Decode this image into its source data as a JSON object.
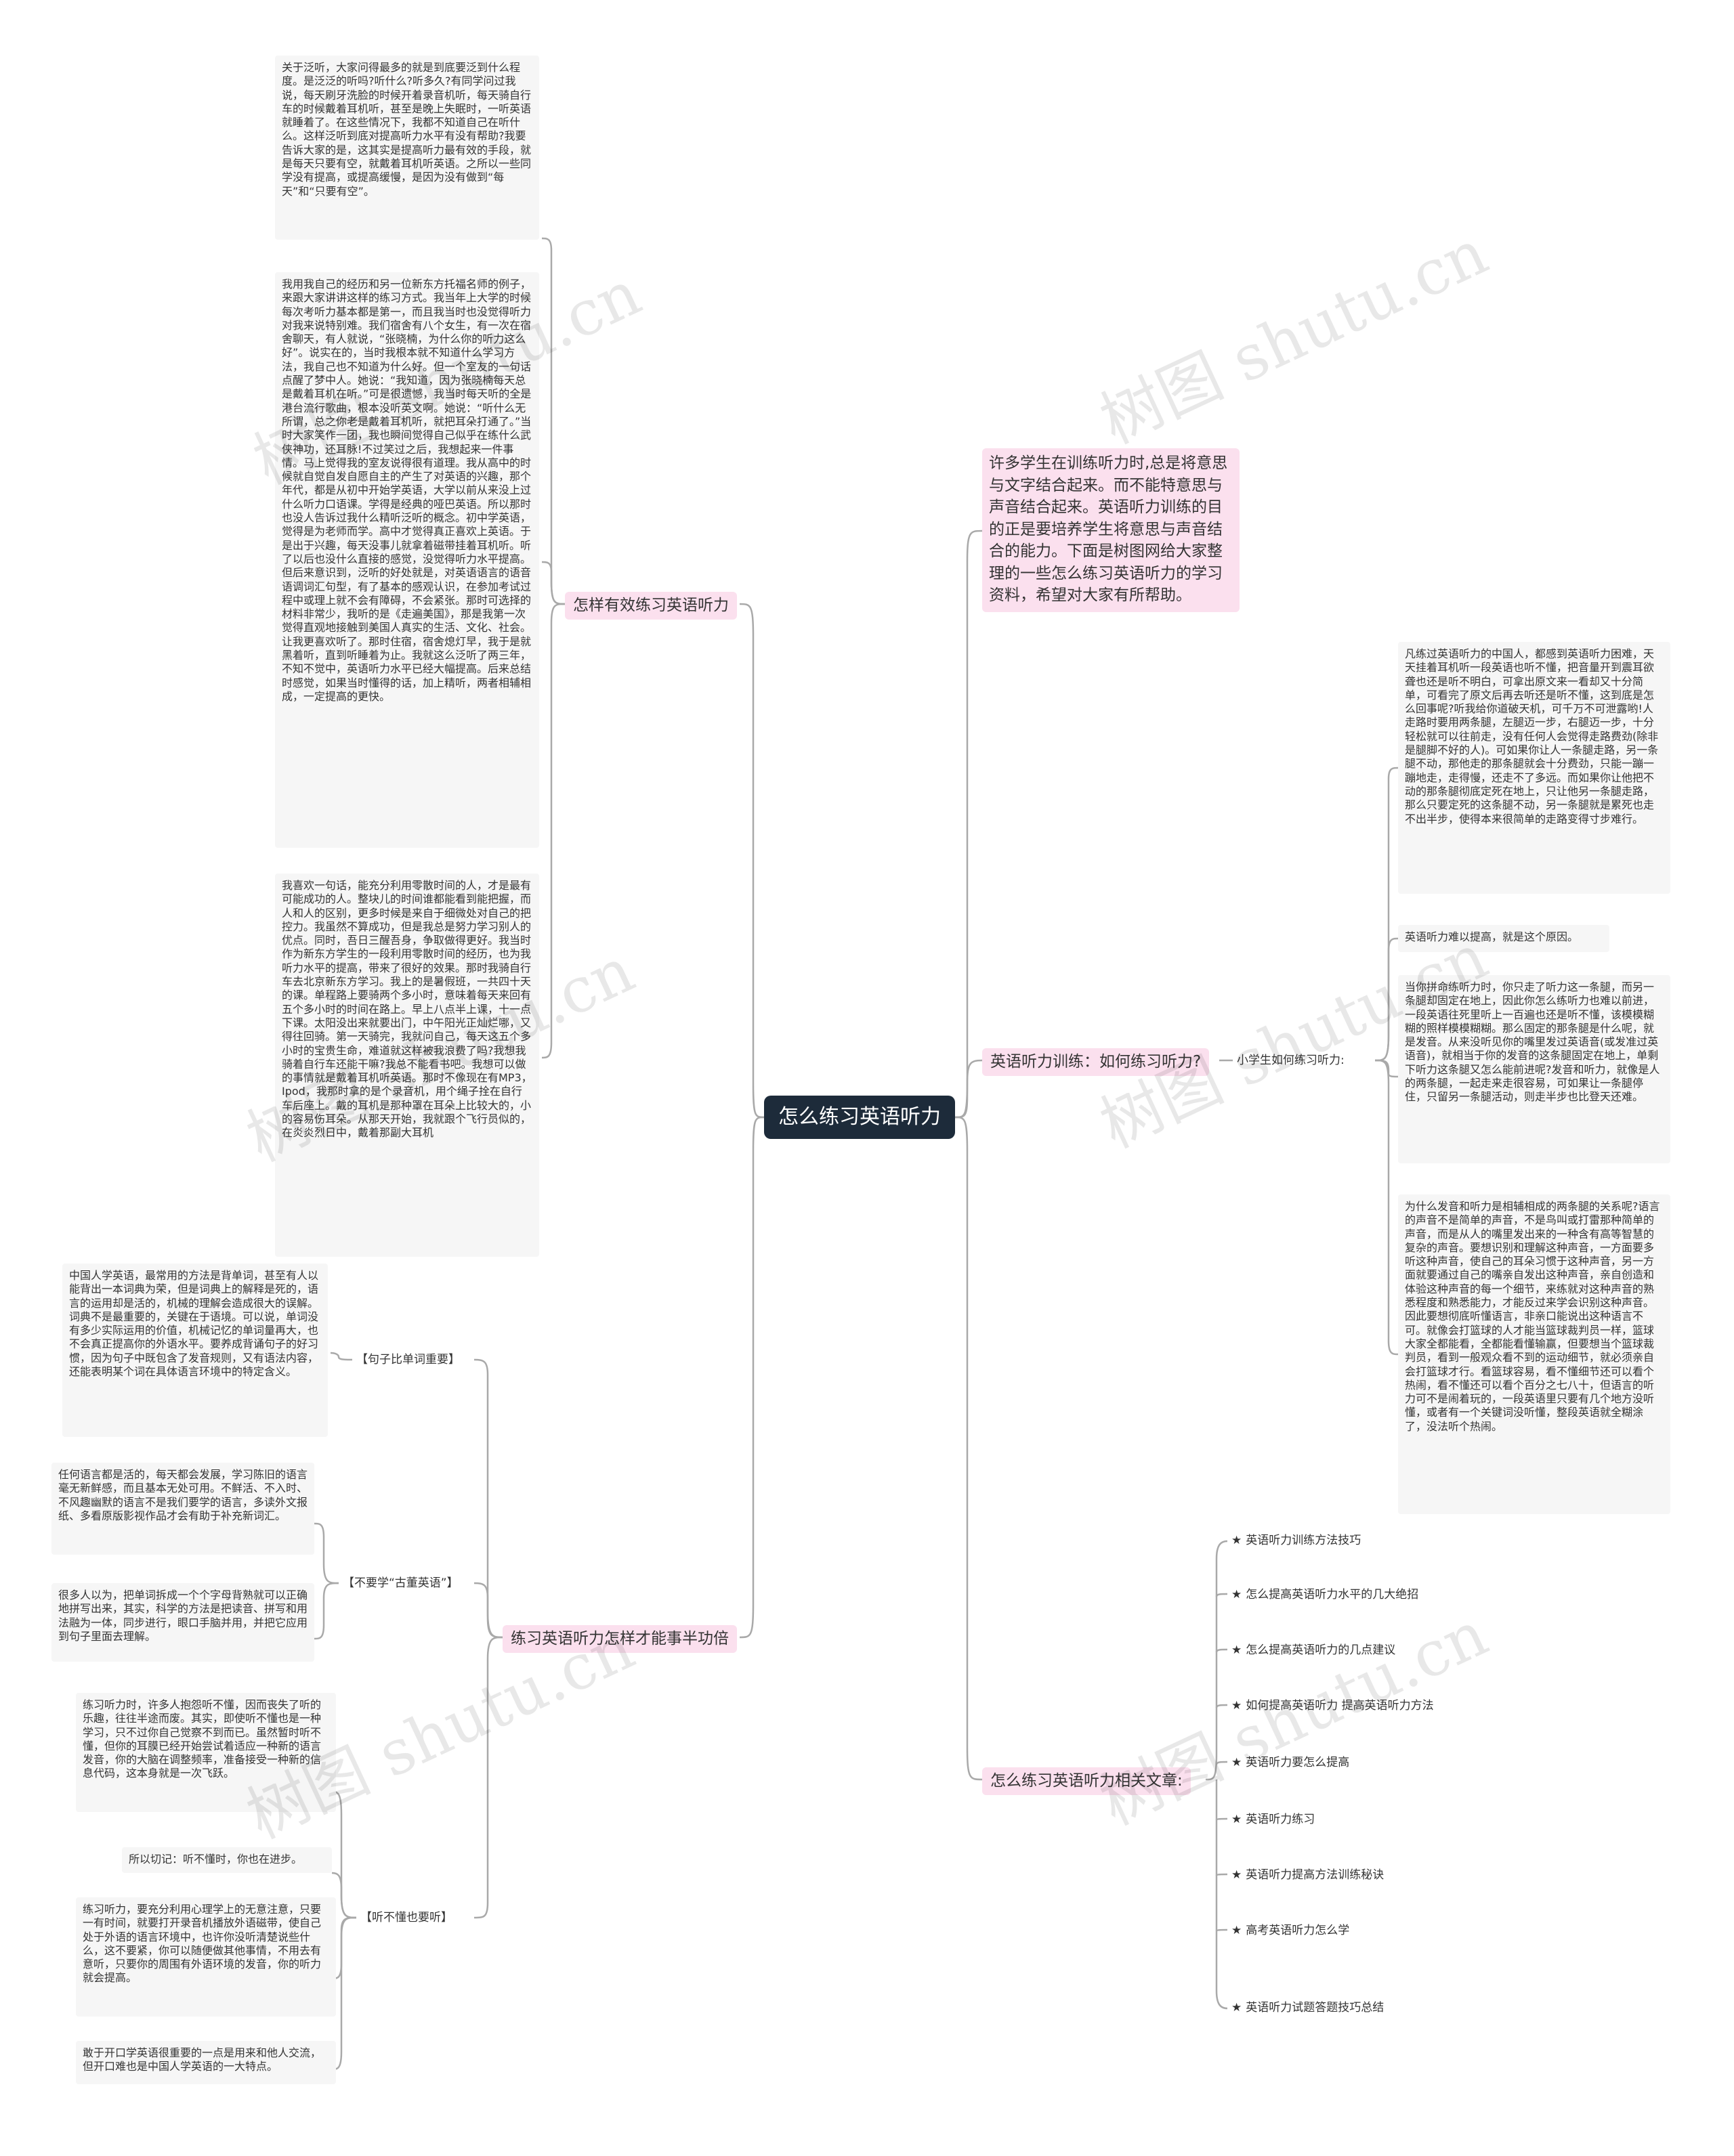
{
  "root": {
    "title": "怎么练习英语听力"
  },
  "left": {
    "branch1": {
      "label": "怎样有效练习英语听力",
      "leaves": [
        "关于泛听，大家问得最多的就是到底要泛到什么程度。是泛泛的听吗?听什么?听多久?有同学问过我说，每天刷牙洗脸的时候开着录音机听，每天骑自行车的时候戴着耳机听，甚至是晚上失眠时，一听英语就睡着了。在这些情况下，我都不知道自己在听什么。这样泛听到底对提高听力水平有没有帮助?我要告诉大家的是，这其实是提高听力最有效的手段，就是每天只要有空，就戴着耳机听英语。之所以一些同学没有提高，或提高缓慢，是因为没有做到“每天”和“只要有空”。",
        "我用我自己的经历和另一位新东方托福名师的例子，来跟大家讲讲这样的练习方式。我当年上大学的时候每次考听力基本都是第一，而且我当时也没觉得听力对我来说特别难。我们宿舍有八个女生，有一次在宿舍聊天，有人就说，“张晓楠，为什么你的听力这么好”。说实在的，当时我根本就不知道什么学习方法，我自己也不知道为什么好。但一个室友的一句话点醒了梦中人。她说：“我知道，因为张晓楠每天总是戴着耳机在听。”可是很遗憾，我当时每天听的全是港台流行歌曲，根本没听英文啊。她说：“听什么无所谓，总之你老是戴着耳机听，就把耳朵打通了。”当时大家笑作一团，我也瞬间觉得自己似乎在练什么武侠神功，还耳脉!不过笑过之后，我想起来一件事情。马上觉得我的室友说得很有道理。我从高中的时候就自觉自发自愿自主的产生了对英语的兴趣，那个年代，都是从初中开始学英语，大学以前从来没上过什么听力口语课。学得是经典的哑巴英语。所以那时也没人告诉过我什么精听泛听的概念。初中学英语，觉得是为老师而学。高中才觉得真正喜欢上英语。于是出于兴趣，每天没事儿就拿着磁带挂着耳机听。听了以后也没什么直接的感觉，没觉得听力水平提高。但后来意识到，泛听的好处就是，对英语语言的语音语调词汇句型，有了基本的感观认识，在参加考试过程中或理上就不会有障碍，不会紧张。那时可选择的材料非常少，我听的是《走遍美国》，那是我第一次觉得直观地接触到美国人真实的生活、文化、社会。让我更喜欢听了。那时住宿，宿舍熄灯早，我于是就黑着听，直到听睡着为止。我就这么泛听了两三年，不知不觉中，英语听力水平已经大幅提高。后来总结时感觉，如果当时懂得的话，加上精听，两者相辅相成，一定提高的更快。",
        "我喜欢一句话，能充分利用零散时间的人，才是最有可能成功的人。整块儿的时间谁都能看到能把握，而人和人的区别，更多时候是来自于细微处对自己的把控力。我虽然不算成功，但是我总是努力学习别人的优点。同时，吾日三醒吾身，争取做得更好。我当时作为新东方学生的一段利用零散时间的经历，也为我听力水平的提高，带来了很好的效果。那时我骑自行车去北京新东方学习。我上的是暑假班，一共四十天的课。单程路上要骑两个多小时，意味着每天来回有五个多小时的时间在路上。早上八点半上课，十一点下课。太阳没出来就要出门，中午阳光正灿烂哪，又得往回骑。第一天骑完，我就问自己，每天这五个多小时的宝贵生命，难道就这样被我浪费了吗?我想我骑着自行车还能干嘛?我总不能看书吧。我想可以做的事情就是戴着耳机听英语。那时不像现在有MP3，Ipod，我那时拿的是个录音机，用个绳子拴在自行车后座上。戴的耳机是那种罩在耳朵上比较大的，小的容易伤耳朵。从那天开始，我就跟个飞行员似的，在炎炎烈日中，戴着那副大耳机"
      ]
    },
    "branch2": {
      "label": "练习英语听力怎样才能事半功倍",
      "subs": [
        {
          "label": "【句子比单词重要】",
          "leaves": [
            "中国人学英语，最常用的方法是背单词，甚至有人以能背出一本词典为荣，但是词典上的解释是死的，语言的运用却是活的，机械的理解会造成很大的误解。词典不是最重要的，关键在于语境。可以说，单词没有多少实际运用的价值，机械记忆的单词量再大，也不会真正提高你的外语水平。要养成背诵句子的好习惯，因为句子中既包含了发音规则，又有语法内容，还能表明某个词在具体语言环境中的特定含义。"
          ]
        },
        {
          "label": "【不要学“古董英语”】",
          "leaves": [
            "任何语言都是活的，每天都会发展，学习陈旧的语言毫无新鲜感，而且基本无处可用。不鲜活、不入时、不风趣幽默的语言不是我们要学的语言，多读外文报纸、多看原版影视作品才会有助于补充新词汇。",
            "很多人以为，把单词拆成一个个字母背熟就可以正确地拼写出来，其实，科学的方法是把读音、拼写和用法融为一体，同步进行，眼口手脑并用，并把它应用到句子里面去理解。"
          ]
        },
        {
          "label": "【听不懂也要听】",
          "leaves": [
            "练习听力时，许多人抱怨听不懂，因而丧失了听的乐趣，往往半途而废。其实，即使听不懂也是一种学习，只不过你自己觉察不到而已。虽然暂时听不懂，但你的耳膜已经开始尝试着适应一种新的语言发音，你的大脑在调整频率，准备接受一种新的信息代码，这本身就是一次飞跃。",
            "所以切记：听不懂时，你也在进步。",
            "练习听力，要充分利用心理学上的无意注意，只要一有时间，就要打开录音机播放外语磁带，使自己处于外语的语言环境中，也许你没听清楚说些什么，这不要紧，你可以随便做其他事情，不用去有意听，只要你的周围有外语环境的发音，你的听力就会提高。",
            "敢于开口学英语很重要的一点是用来和他人交流，但开口难也是中国人学英语的一大特点。"
          ]
        }
      ]
    }
  },
  "right": {
    "intro": {
      "label": "许多学生在训练听力时,总是将意思与文字结合起来。而不能特意思与声音结合起来。英语听力训练的目的正是要培养学生将意思与声音结合的能力。下面是树图网给大家整理的一些怎么练习英语听力的学习资料，希望对大家有所帮助。"
    },
    "branch3": {
      "label": "英语听力训练：如何练习听力?",
      "sub": "小学生如何练习听力:",
      "leaves": [
        "凡练过英语听力的中国人，都感到英语听力困难，天天挂着耳机听一段英语也听不懂，把音量开到震耳欲聋也还是听不明白，可拿出原文来一看却又十分简单，可看完了原文后再去听还是听不懂，这到底是怎么回事呢?听我给你道破天机，可千万不可泄露哟!人走路时要用两条腿，左腿迈一步，右腿迈一步，十分轻松就可以往前走，没有任何人会觉得走路费劲(除非是腿脚不好的人)。可如果你让人一条腿走路，另一条腿不动，那他走的那条腿就会十分费劲，只能一蹦一蹦地走，走得慢，还走不了多远。而如果你让他把不动的那条腿彻底定死在地上，只让他另一条腿走路，那么只要定死的这条腿不动，另一条腿就是累死也走不出半步，使得本来很简单的走路变得寸步难行。",
        "英语听力难以提高，就是这个原因。",
        "当你拼命练听力时，你只走了听力这一条腿，而另一条腿却固定在地上，因此你怎么练听力也难以前进，一段英语往死里听上一百遍也还是听不懂，该模模糊糊的照样模模糊糊。那么固定的那条腿是什么呢，就是发音。从来没听见你的嘴里发过英语音(或发准过英语音)，就相当于你的发音的这条腿固定在地上，单剩下听力这条腿又怎么能前进呢?发音和听力，就像是人的两条腿，一起走来走很容易，可如果让一条腿停住，只留另一条腿活动，则走半步也比登天还难。",
        "为什么发音和听力是相辅相成的两条腿的关系呢?语言的声音不是简单的声音，不是鸟叫或打雷那种简单的声音，而是从人的嘴里发出来的一种含有高等智慧的复杂的声音。要想识别和理解这种声音，一方面要多听这种声音，使自己的耳朵习惯于这种声音，另一方面就要通过自己的嘴亲自发出这种声音，亲自创造和体验这种声音的每一个细节，来练就对这种声音的熟悉程度和熟悉能力，才能反过来学会识别这种声音。因此要想彻底听懂语言，非亲口能说出这种语言不可。就像会打篮球的人才能当篮球裁判员一样，篮球大家全都能看，全都能看懂输赢，但要想当个篮球裁判员，看到一般观众看不到的运动细节，就必须亲自会打篮球才行。看篮球容易，看不懂细节还可以看个热闹，看不懂还可以看个百分之七八十，但语言的听力可不是闹着玩的，一段英语里只要有几个地方没听懂，或者有一个关键词没听懂，整段英语就全糊涂了，没法听个热闹。"
      ]
    },
    "branch4": {
      "label": "怎么练习英语听力相关文章:",
      "star": "★",
      "items": [
        "英语听力训练方法技巧",
        "怎么提高英语听力水平的几大绝招",
        "怎么提高英语听力的几点建议",
        "如何提高英语听力 提高英语听力方法",
        "英语听力要怎么提高",
        "英语听力练习",
        "英语听力提高方法训练秘诀",
        "高考英语听力怎么学",
        "英语听力试题答题技巧总结"
      ]
    }
  },
  "watermark": {
    "text": "树图 shutu.cn"
  },
  "colors": {
    "line": "#a9a9a9",
    "root_bg": "#1d2b3a",
    "branch_bg": "#fbe0ee",
    "leaf_bg": "#f6f6f6"
  }
}
